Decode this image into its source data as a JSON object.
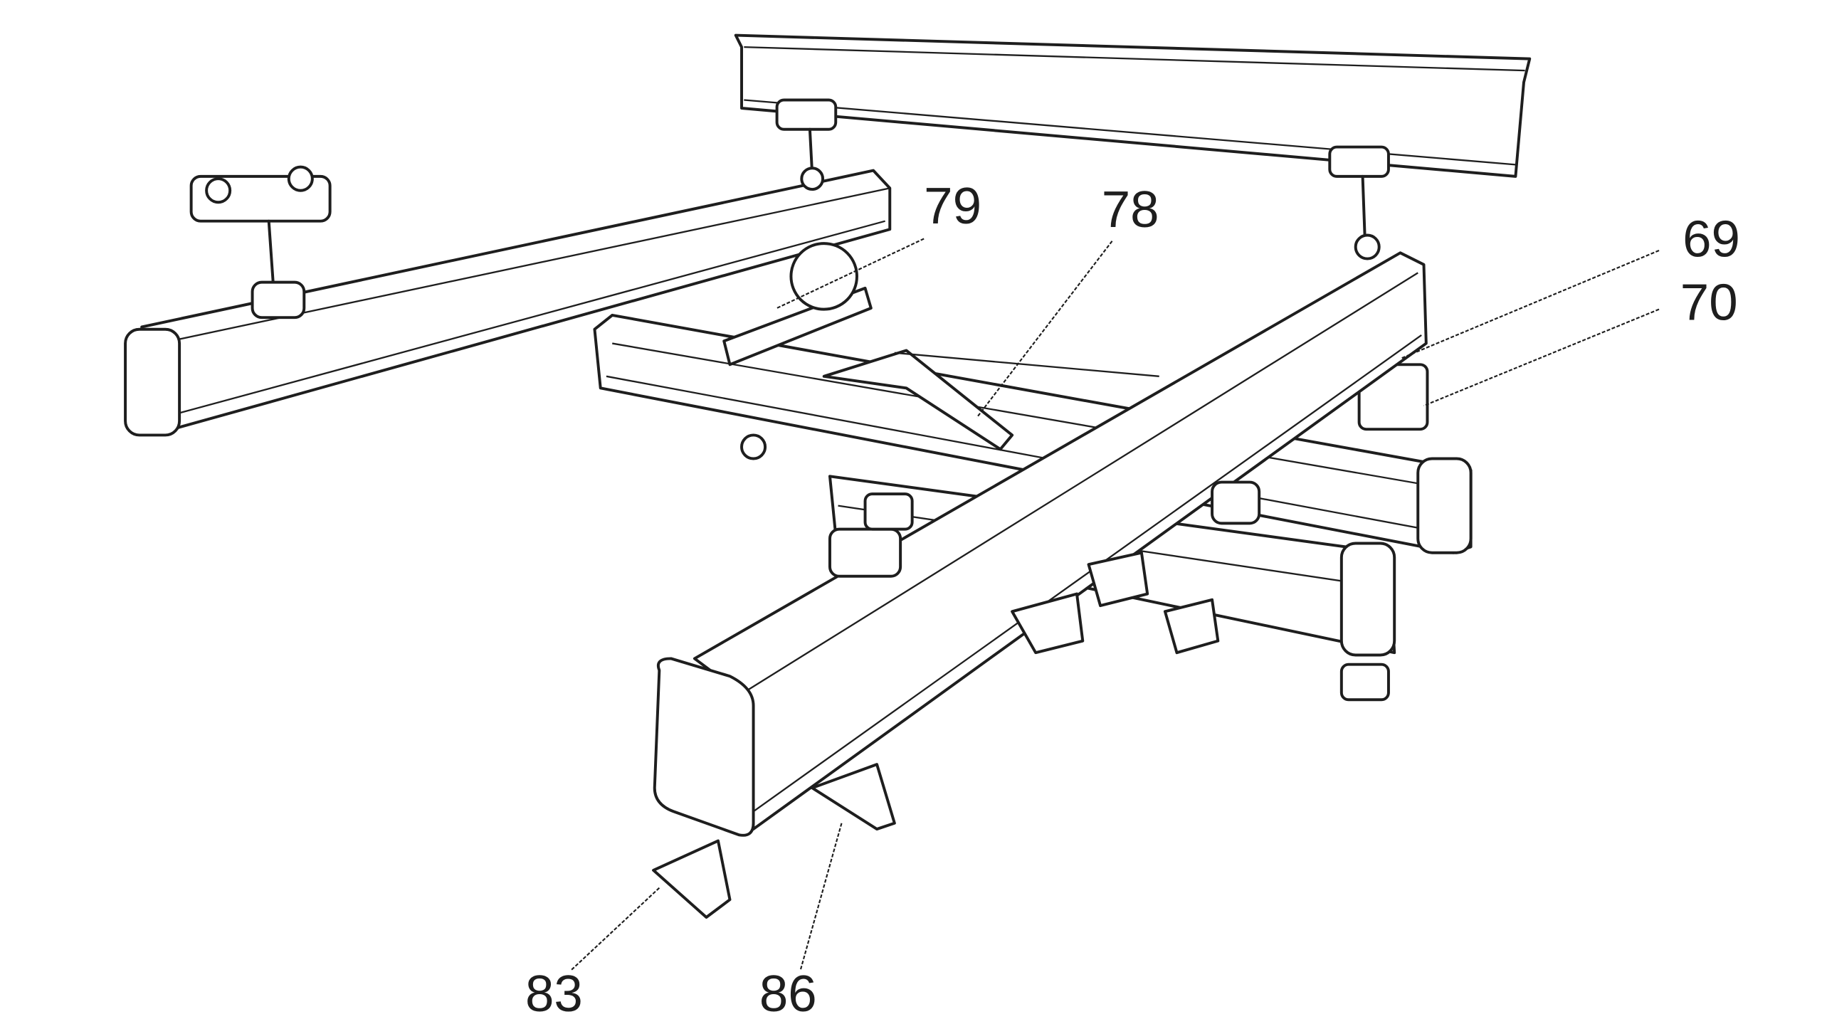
{
  "figure": {
    "reference_labels": {
      "l79": "79",
      "l78": "78",
      "l69": "69",
      "l70": "70",
      "l83": "83",
      "l86": "86"
    },
    "line_color": "#1e1e1e",
    "background": "#ffffff"
  }
}
